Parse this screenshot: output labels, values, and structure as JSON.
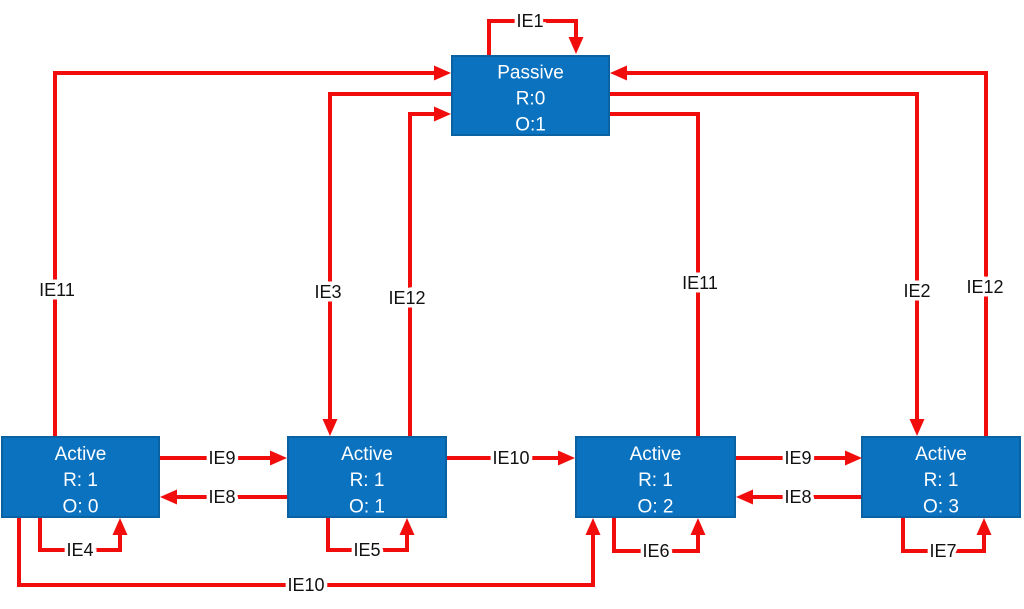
{
  "diagram": {
    "type": "state-machine",
    "colors": {
      "node_fill": "#0B72C0",
      "node_border": "#0A62A2",
      "node_text": "#FFFFFF",
      "edge_line": "#F20D0D",
      "label_text": "#111111",
      "background": "#FFFFFF"
    },
    "nodes": [
      {
        "id": "passive",
        "title": "Passive",
        "line2": "R:0",
        "line3": "O:1"
      },
      {
        "id": "active_o0",
        "title": "Active",
        "line2": "R: 1",
        "line3": "O: 0"
      },
      {
        "id": "active_o1",
        "title": "Active",
        "line2": "R: 1",
        "line3": "O: 1"
      },
      {
        "id": "active_o2",
        "title": "Active",
        "line2": "R: 1",
        "line3": "O: 2"
      },
      {
        "id": "active_o3",
        "title": "Active",
        "line2": "R: 1",
        "line3": "O: 3"
      }
    ],
    "edges": [
      {
        "label": "IE1",
        "from": "passive",
        "to": "passive"
      },
      {
        "label": "IE11",
        "from": "active_o0",
        "to": "passive"
      },
      {
        "label": "IE3",
        "from": "passive",
        "to": "active_o1"
      },
      {
        "label": "IE12",
        "from": "active_o1",
        "to": "passive"
      },
      {
        "label": "IE11",
        "from": "active_o2",
        "to": "passive"
      },
      {
        "label": "IE2",
        "from": "passive",
        "to": "active_o3"
      },
      {
        "label": "IE12",
        "from": "active_o3",
        "to": "passive"
      },
      {
        "label": "IE9",
        "from": "active_o0",
        "to": "active_o1"
      },
      {
        "label": "IE8",
        "from": "active_o1",
        "to": "active_o0"
      },
      {
        "label": "IE10",
        "from": "active_o1",
        "to": "active_o2"
      },
      {
        "label": "IE9",
        "from": "active_o2",
        "to": "active_o3"
      },
      {
        "label": "IE8",
        "from": "active_o3",
        "to": "active_o2"
      },
      {
        "label": "IE4",
        "from": "active_o0",
        "to": "active_o0"
      },
      {
        "label": "IE5",
        "from": "active_o1",
        "to": "active_o1"
      },
      {
        "label": "IE6",
        "from": "active_o2",
        "to": "active_o2"
      },
      {
        "label": "IE7",
        "from": "active_o3",
        "to": "active_o3"
      },
      {
        "label": "IE10",
        "from": "active_o0",
        "to": "active_o2"
      }
    ]
  }
}
